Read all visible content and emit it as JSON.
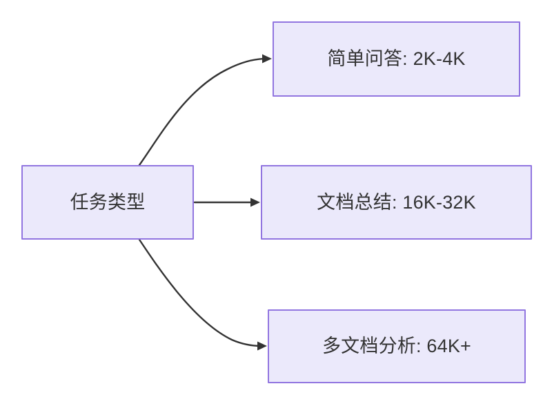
{
  "diagram": {
    "type": "flowchart",
    "direction": "left-to-right",
    "background_color": "#ffffff",
    "node_fill_color": "#ebe9fb",
    "node_border_color": "#9175e0",
    "node_text_color": "#333333",
    "edge_color": "#333333",
    "nodes": {
      "root": {
        "id": "root",
        "label": "任务类型"
      },
      "simple_qa": {
        "id": "simple_qa",
        "label": "简单问答: 2K-4K"
      },
      "doc_summary": {
        "id": "doc_summary",
        "label": "文档总结: 16K-32K"
      },
      "multi_doc": {
        "id": "multi_doc",
        "label": "多文档分析: 64K+"
      }
    },
    "edges": [
      {
        "id": "edge-root-simple-qa",
        "from": "root",
        "to": "simple_qa",
        "label": "",
        "style": "curved-arrow"
      },
      {
        "id": "edge-root-doc-summary",
        "from": "root",
        "to": "doc_summary",
        "label": "",
        "style": "straight-arrow"
      },
      {
        "id": "edge-root-multi-doc",
        "from": "root",
        "to": "multi_doc",
        "label": "",
        "style": "curved-arrow"
      }
    ]
  }
}
